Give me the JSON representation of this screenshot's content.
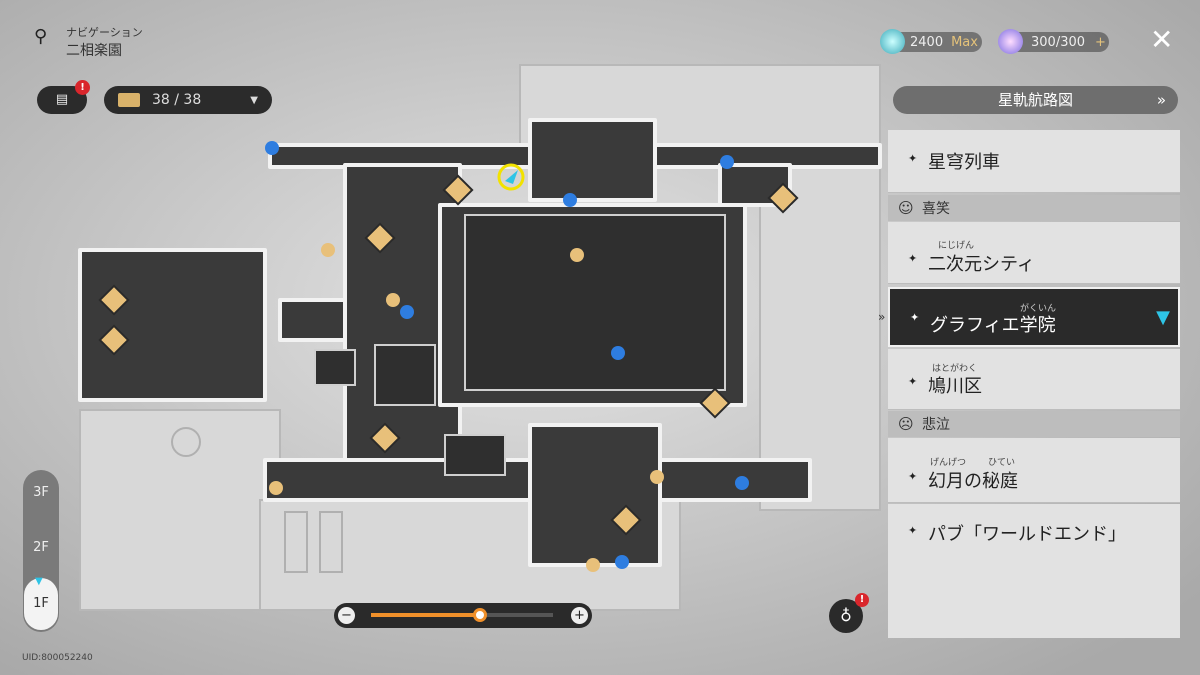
{
  "header": {
    "nav_label": "ナビゲーション",
    "location": "二相楽園"
  },
  "chest": {
    "count": "38 / 38"
  },
  "currency": [
    {
      "value": "2400",
      "suffix": "Max"
    },
    {
      "value": "300/300",
      "suffix": "+"
    }
  ],
  "panel": {
    "title": "星軌航路図",
    "items": [
      {
        "label": "星穹列車"
      },
      {
        "category": "喜笑"
      },
      {
        "label": "二次元シティ",
        "ruby": "にじげん"
      },
      {
        "label": "グラフィエ学院",
        "ruby": "がくいん",
        "selected": true
      },
      {
        "label": "鳩川区",
        "ruby": "はとがわく"
      },
      {
        "category": "悲泣"
      },
      {
        "label": "幻月の秘庭",
        "ruby": "げんげつ",
        "ruby2": "ひてい"
      },
      {
        "label": "パブ「ワールドエンド」"
      }
    ]
  },
  "floors": [
    "3F",
    "2F",
    "1F"
  ],
  "current_floor": "1F",
  "zoom": {
    "level_fraction": 0.6,
    "minus": "−",
    "plus": "+"
  },
  "uid": "UID:800052240",
  "colors": {
    "accent": "#f0902a",
    "selected_bg": "#2a2a2a",
    "marker": "#f2e200",
    "cyan": "#2ec4e6"
  }
}
